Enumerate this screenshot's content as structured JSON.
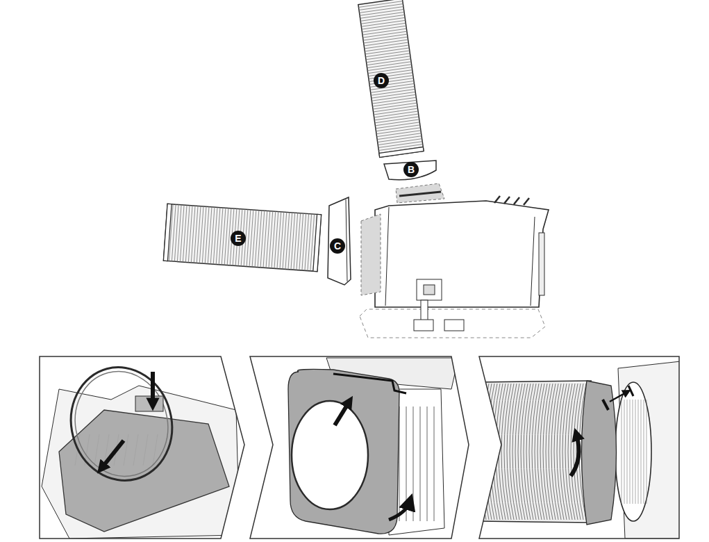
{
  "diagram": {
    "labels": [
      "D",
      "B",
      "E",
      "C"
    ]
  }
}
